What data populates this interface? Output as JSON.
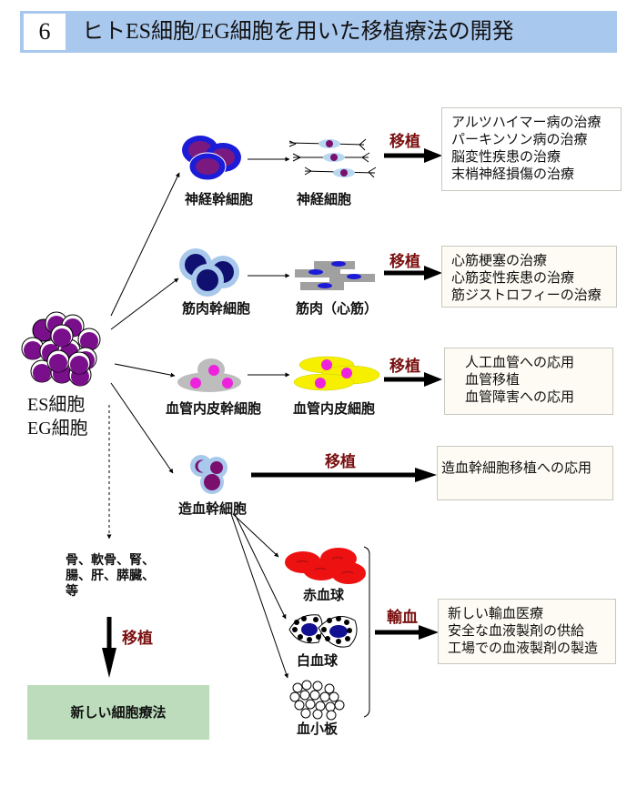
{
  "header": {
    "number": "6",
    "title": "ヒトES細胞/EG細胞を用いた移植療法の開発"
  },
  "source": {
    "label_line1": "ES細胞",
    "label_line2": "EG細胞"
  },
  "transplant_label": "移植",
  "transfusion_label": "輸血",
  "branches": [
    {
      "stem_cell": "神経幹細胞",
      "differentiated": "神経細胞",
      "applications": [
        "アルツハイマー病の治療",
        "パーキンソン病の治療",
        "脳変性疾患の治療",
        "末梢神経損傷の治療"
      ]
    },
    {
      "stem_cell": "筋肉幹細胞",
      "differentiated": "筋肉（心筋）",
      "applications": [
        "心筋梗塞の治療",
        "心筋変性疾患の治療",
        "筋ジストロフィーの治療"
      ]
    },
    {
      "stem_cell": "血管内皮幹細胞",
      "differentiated": "血管内皮細胞",
      "applications": [
        "人工血管への応用",
        "血管移植",
        "血管障害への応用"
      ]
    },
    {
      "stem_cell": "造血幹細胞",
      "applications": [
        "造血幹細胞移植への応用"
      ]
    }
  ],
  "blood_cells": {
    "items": [
      "赤血球",
      "白血球",
      "血小板"
    ],
    "applications": [
      "新しい輸血医療",
      "安全な血液製剤の供給",
      "工場での血液製剤の製造"
    ]
  },
  "organs": {
    "lines": [
      "骨、軟骨、腎、",
      "腸、肝、膵臓、",
      "等"
    ],
    "result": "新しい細胞療法"
  }
}
